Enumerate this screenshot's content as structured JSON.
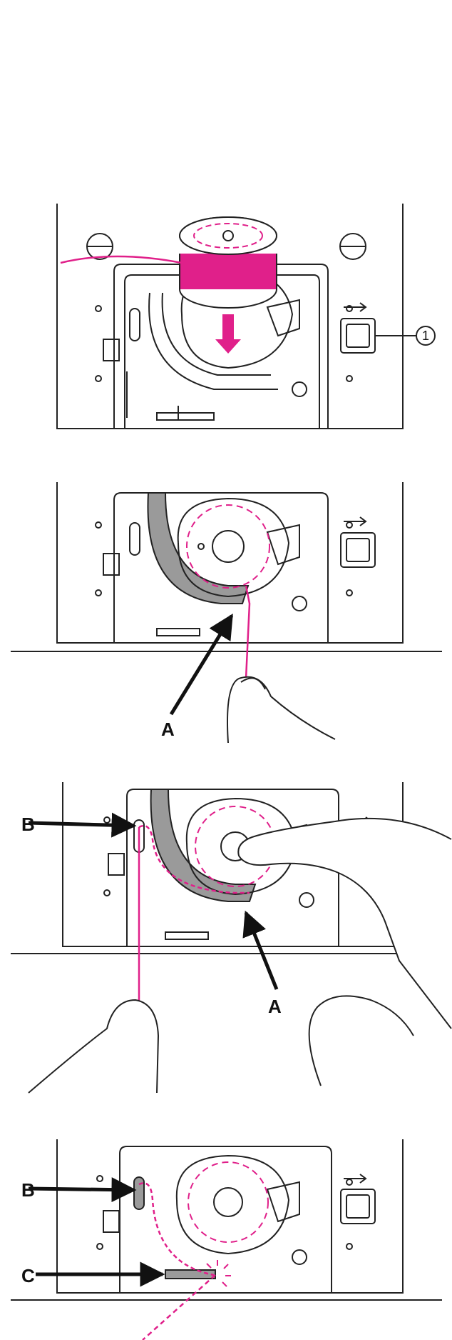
{
  "labels": {
    "callout_1": "1",
    "a": "A",
    "b": "B",
    "c": "C"
  },
  "colors": {
    "thread": "#e0208a",
    "guide": "#9a9a9a",
    "line": "#222222",
    "background": "#ffffff"
  },
  "icons": [
    "bobbin-icon",
    "arrow-down-icon",
    "finger-icon",
    "hand-icon",
    "release-button-icon"
  ]
}
